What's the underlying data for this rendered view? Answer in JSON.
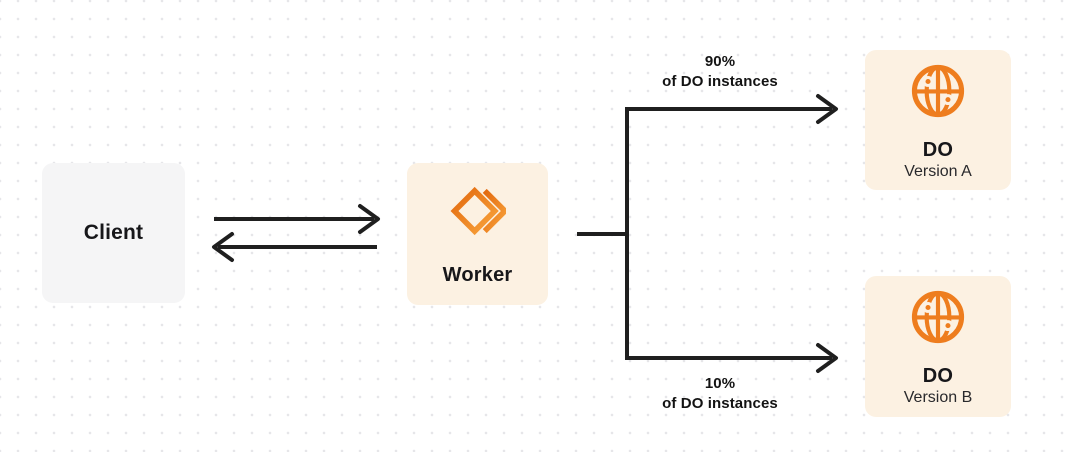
{
  "diagram": {
    "nodes": {
      "client": {
        "label": "Client"
      },
      "worker": {
        "label": "Worker",
        "icon": "workers-chevron-icon"
      },
      "do_version_a": {
        "title": "DO",
        "subtitle": "Version A",
        "icon": "globe-icon"
      },
      "do_version_b": {
        "title": "DO",
        "subtitle": "Version B",
        "icon": "globe-icon"
      }
    },
    "edges": {
      "client_worker": {
        "style": "bidirectional-arrows"
      },
      "branch_top": {
        "percent": "90%",
        "caption": "of DO instances"
      },
      "branch_bottom": {
        "percent": "10%",
        "caption": "of DO instances"
      }
    },
    "colors": {
      "accent_orange": "#EE7D1E",
      "accent_orange_light": "#F9A43C",
      "node_cream_bg": "#FCF1E2",
      "node_gray_bg": "#F5F5F6",
      "connector_dark": "#1F1F1F",
      "dot_grid": "#E6E6E9",
      "background": "#FFFFFF",
      "text_primary": "#17171A",
      "text_secondary": "#29292C"
    }
  }
}
